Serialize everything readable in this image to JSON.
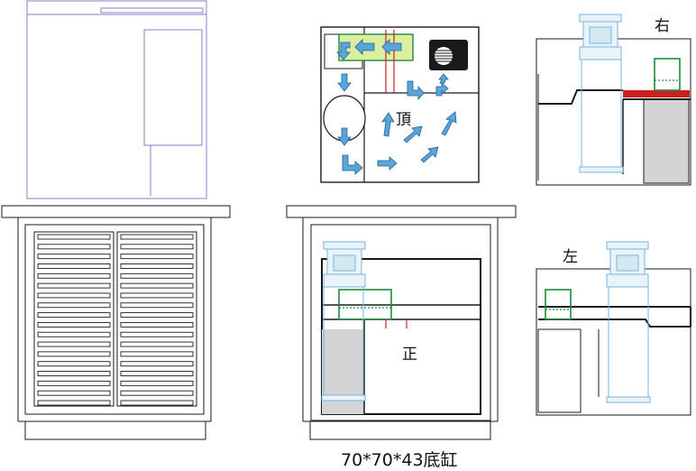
{
  "labels": {
    "top": "頂",
    "front": "正",
    "right": "右",
    "left": "左"
  },
  "caption": "70*70*43底缸",
  "louver_rows": 18,
  "colors": {
    "frame": "#1a1a1a",
    "blueprint": "#8080c8",
    "pipe": "#78b4d8",
    "pipe_fill": "#e8f4fa",
    "overflow_box": "#1e8c3c",
    "overflow_fill": "#dceea0",
    "weir": "#cc2020",
    "arrow": "#5aa6dc",
    "sump_fill": "#d4d4d4"
  }
}
